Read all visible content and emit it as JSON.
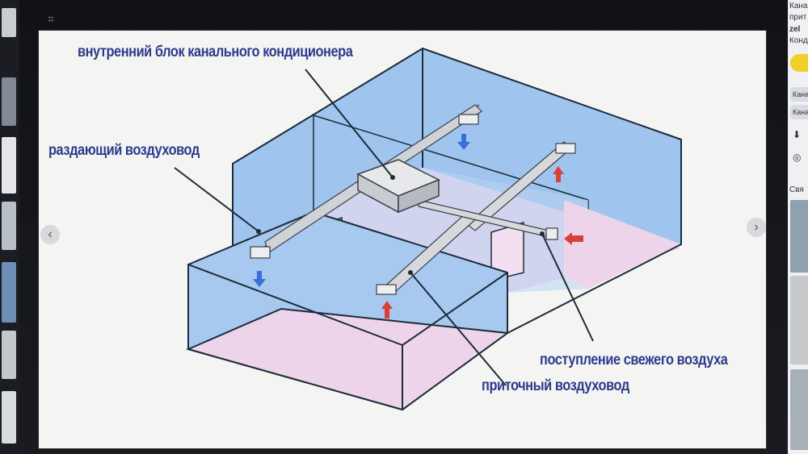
{
  "diagram": {
    "labels": {
      "indoor_unit": "внутренний блок канального кондиционера",
      "distribution_duct": "раздающий воздуховод",
      "fresh_air_intake": "поступление свежего воздуха",
      "supply_duct": "приточный воздуховод"
    }
  },
  "viewer": {
    "prev_glyph": "‹",
    "next_glyph": "›",
    "crop_glyph": "⌗"
  },
  "side_panel": {
    "title_line1": "Кана",
    "title_line2": "прит",
    "source": "zel",
    "subtitle": "Конд",
    "chips": [
      "Кана",
      "Кана"
    ],
    "related": "Свя",
    "download_icon": "download-icon",
    "lens_icon": "lens-icon"
  },
  "colors": {
    "label_text": "#2d3a8c",
    "wall_blue": "#9fc4ee",
    "floor_pink": "#eed4ea",
    "duct": "#d6d8dc",
    "arrow_blue": "#3a6fd8",
    "arrow_red": "#d8403a",
    "accent_yellow": "#f3cf2c"
  }
}
